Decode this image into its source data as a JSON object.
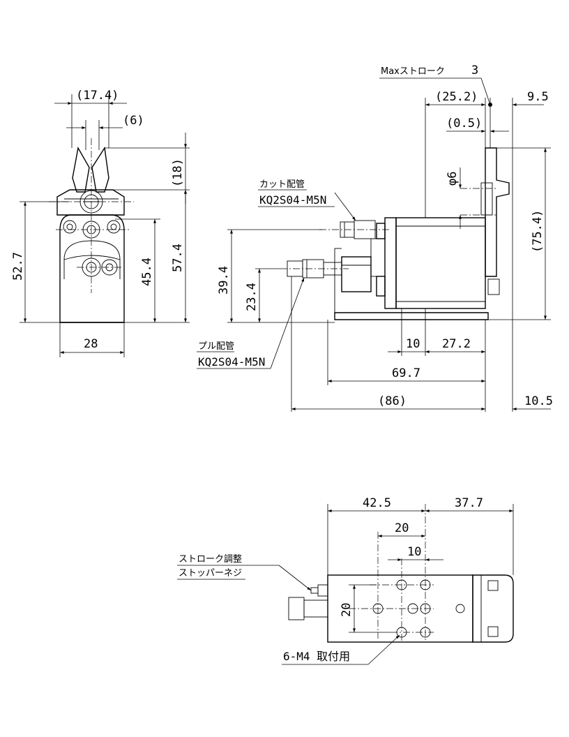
{
  "front_view": {
    "dim_17_4": "(17.4)",
    "dim_6": "(6)",
    "dim_8": "(18)",
    "dim_52_7": "52.7",
    "dim_57_4": "57.4",
    "dim_45_4": "45.4",
    "dim_28": "28"
  },
  "side_view": {
    "max_stroke_label": "Maxストローク",
    "max_stroke_value": "3",
    "dim_25_2": "(25.2)",
    "dim_9_5": "9.5",
    "dim_0_5": "(0.5)",
    "dim_phi6": "φ6",
    "dim_75_4": "(75.4)",
    "dim_39_4": "39.4",
    "dim_23_4": "23.4",
    "dim_10": "10",
    "dim_27_2": "27.2",
    "dim_69_7": "69.7",
    "dim_86": "(86)",
    "dim_10_5": "10.5",
    "cut_port_label": "カット配管",
    "cut_port_fitting": "KQ2S04-M5N",
    "pull_port_label": "プル配管",
    "pull_port_fitting": "KQ2S04-M5N"
  },
  "bottom_view": {
    "dim_42_5": "42.5",
    "dim_37_7": "37.7",
    "dim_20h": "20",
    "dim_10": "10",
    "dim_20v": "20",
    "stopper_label_1": "ストローク調整",
    "stopper_label_2": "ストッパーネジ",
    "mount_label": "6-M4 取付用"
  }
}
